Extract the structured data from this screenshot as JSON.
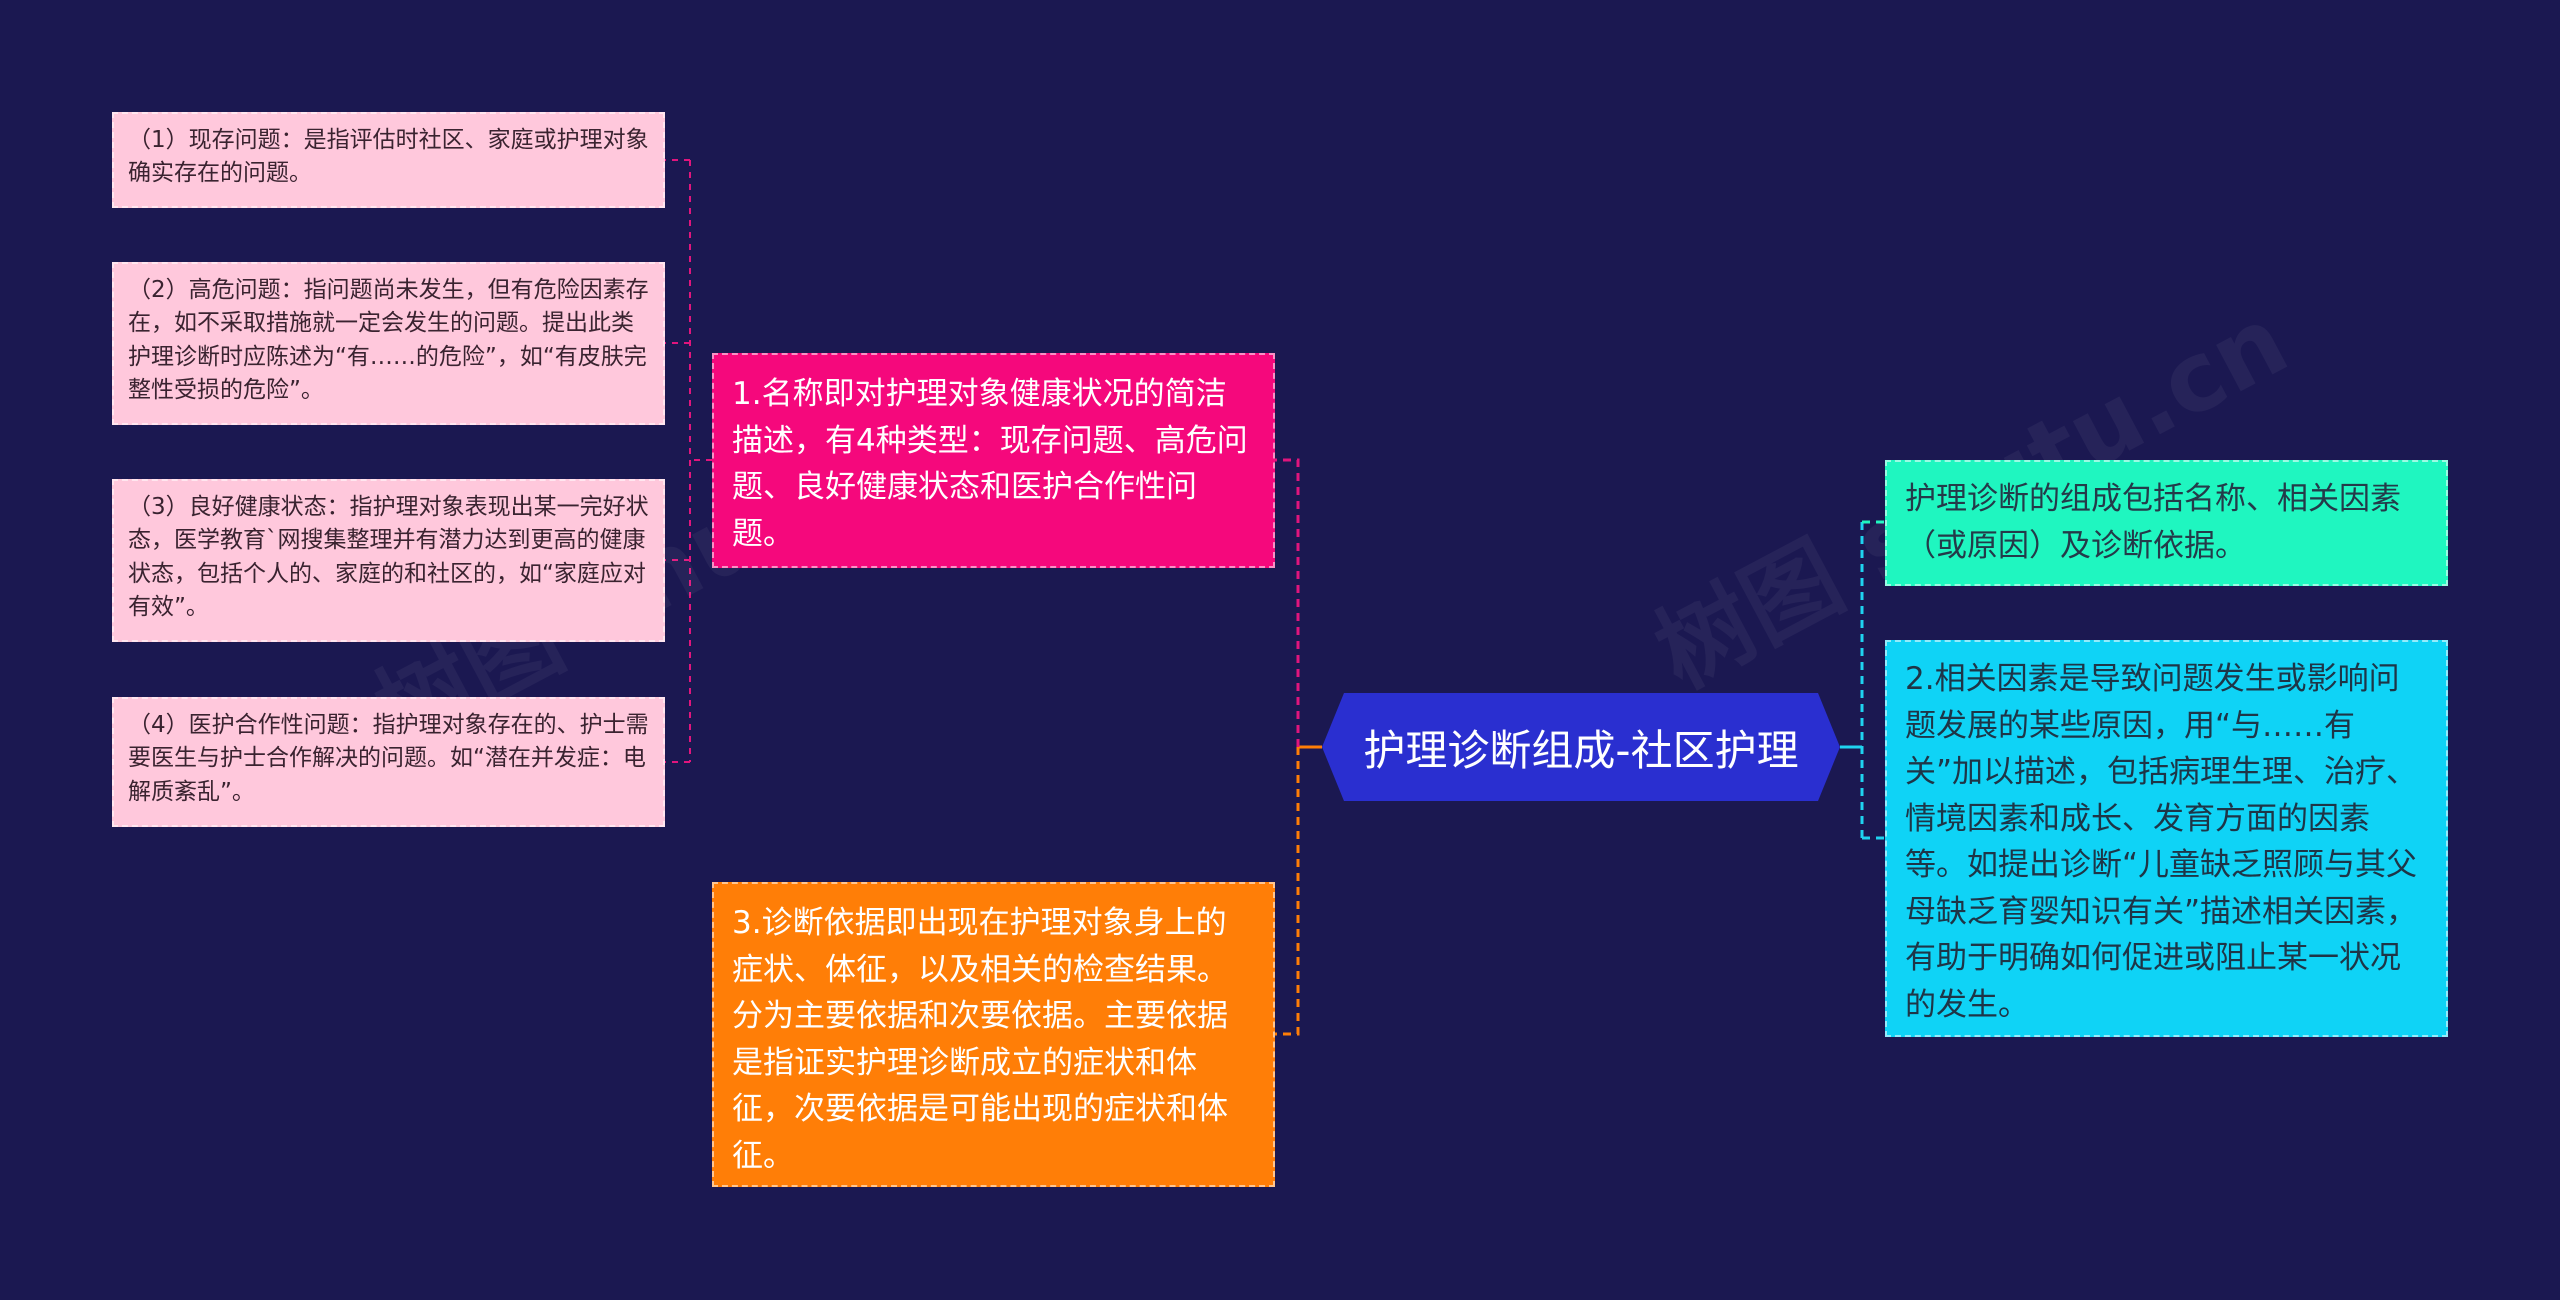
{
  "center": {
    "title": "护理诊断组成-社区护理"
  },
  "left_branches": [
    {
      "text": "1.名称即对护理对象健康状况的简洁描述，有4种类型：现存问题、高危问题、良好健康状态和医护合作性问题。",
      "color": "#f5087c"
    },
    {
      "text": "3.诊断依据即出现在护理对象身上的症状、体征，以及相关的检查结果。分为主要依据和次要依据。主要依据是指证实护理诊断成立的症状和体征，次要依据是可能出现的症状和体征。",
      "color": "#ff7e07"
    }
  ],
  "leaves": [
    {
      "text": "（1）现存问题：是指评估时社区、家庭或护理对象确实存在的问题。"
    },
    {
      "text": "（2）高危问题：指问题尚未发生，但有危险因素存在，如不采取措施就一定会发生的问题。提出此类护理诊断时应陈述为“有……的危险”，如“有皮肤完整性受损的危险”。"
    },
    {
      "text": "（3）良好健康状态：指护理对象表现出某一完好状态，医学教育`网搜集整理并有潜力达到更高的健康状态，包括个人的、家庭的和社区的，如“家庭应对有效”。"
    },
    {
      "text": "（4）医护合作性问题：指护理对象存在的、护士需要医生与护士合作解决的问题。如“潜在并发症：电解质紊乱”。"
    }
  ],
  "right_branches": [
    {
      "text": "护理诊断的组成包括名称、相关因素（或原因）及诊断依据。",
      "color": "#1ff6c0"
    },
    {
      "text": "2.相关因素是导致问题发生或影响问题发展的某些原因，用“与……有关”加以描述，包括病理生理、治疗、情境因素和成长、发育方面的因素等。如提出诊断“儿童缺乏照顾与其父母缺乏育婴知识有关”描述相关因素，有助于明确如何促进或阻止某一状况的发生。",
      "color": "#0fd3f6"
    }
  ],
  "colors": {
    "background": "#1b1851",
    "center": "#2a2fd0",
    "leaf": "#ffc8dc",
    "link_pink": "#e0157d",
    "link_orange": "#ff7e07",
    "link_cyan": "#1fd3f0"
  },
  "watermarks": [
    "树图 shutu.cn",
    "树图 shutu.cn"
  ]
}
